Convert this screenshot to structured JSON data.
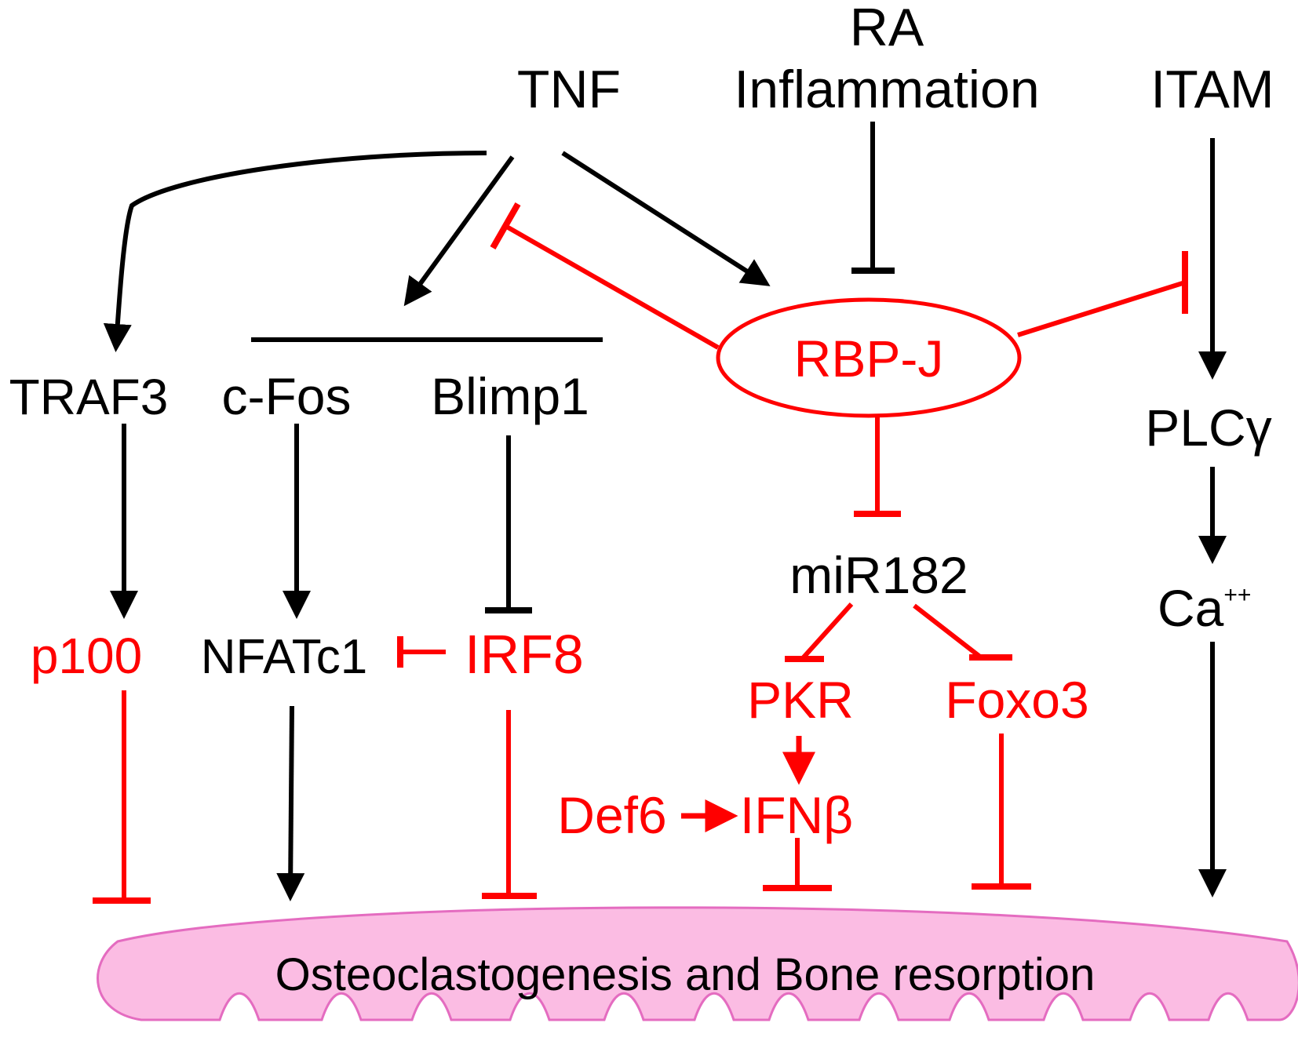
{
  "colors": {
    "activation": "#000000",
    "inhibition_red": "#ff0000",
    "bone_fill": "#fbbce3",
    "bone_stroke": "#e46cc0"
  },
  "nodes": {
    "tnf": "TNF",
    "ra_line1": "RA",
    "ra_line2": "Inflammation",
    "itam": "ITAM",
    "rbpj": "RBP-J",
    "traf3": "TRAF3",
    "cfos": "c-Fos",
    "blimp1": "Blimp1",
    "plcy": "PLCγ",
    "mir182": "miR182",
    "ca": "Ca",
    "ca_sup": "++",
    "p100": "p100",
    "nfatc1": "NFATc1",
    "irf8": "IRF8",
    "pkr": "PKR",
    "foxo3": "Foxo3",
    "def6": "Def6",
    "ifnb": "IFNβ",
    "outcome": "Osteoclastogenesis and Bone resorption"
  },
  "edges": [
    {
      "from": "TNF",
      "to": "TRAF3",
      "type": "activation"
    },
    {
      "from": "TNF",
      "to": "c-Fos/Blimp1",
      "type": "activation"
    },
    {
      "from": "TNF",
      "to": "RBP-J",
      "type": "activation"
    },
    {
      "from": "RBP-J",
      "to": "TNF",
      "type": "inhibition"
    },
    {
      "from": "RA Inflammation",
      "to": "RBP-J",
      "type": "inhibition"
    },
    {
      "from": "RBP-J",
      "to": "ITAM",
      "type": "inhibition"
    },
    {
      "from": "RBP-J",
      "to": "miR182",
      "type": "inhibition"
    },
    {
      "from": "TRAF3",
      "to": "p100",
      "type": "activation"
    },
    {
      "from": "c-Fos",
      "to": "NFATc1",
      "type": "activation"
    },
    {
      "from": "Blimp1",
      "to": "IRF8",
      "type": "inhibition"
    },
    {
      "from": "IRF8",
      "to": "NFATc1",
      "type": "inhibition"
    },
    {
      "from": "miR182",
      "to": "PKR",
      "type": "inhibition"
    },
    {
      "from": "miR182",
      "to": "Foxo3",
      "type": "inhibition"
    },
    {
      "from": "PKR",
      "to": "IFNβ",
      "type": "activation"
    },
    {
      "from": "Def6",
      "to": "IFNβ",
      "type": "activation"
    },
    {
      "from": "ITAM",
      "to": "PLCγ",
      "type": "activation"
    },
    {
      "from": "PLCγ",
      "to": "Ca++",
      "type": "activation"
    },
    {
      "from": "p100",
      "to": "Osteoclastogenesis and Bone resorption",
      "type": "inhibition"
    },
    {
      "from": "NFATc1",
      "to": "Osteoclastogenesis and Bone resorption",
      "type": "activation"
    },
    {
      "from": "IRF8",
      "to": "Osteoclastogenesis and Bone resorption",
      "type": "inhibition"
    },
    {
      "from": "IFNβ",
      "to": "Osteoclastogenesis and Bone resorption",
      "type": "inhibition"
    },
    {
      "from": "Foxo3",
      "to": "Osteoclastogenesis and Bone resorption",
      "type": "inhibition"
    },
    {
      "from": "Ca++",
      "to": "Osteoclastogenesis and Bone resorption",
      "type": "activation"
    }
  ]
}
